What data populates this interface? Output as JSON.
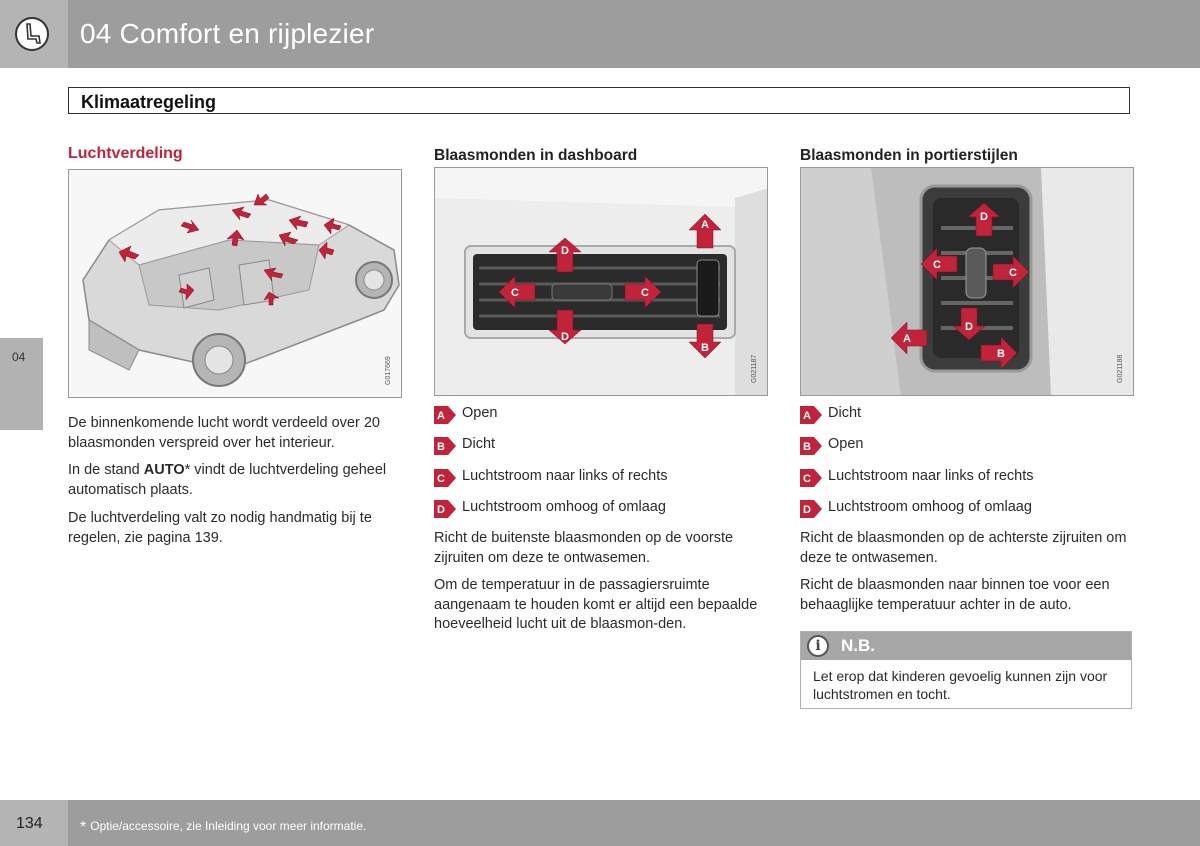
{
  "header": {
    "chapter_title": "04 Comfort en rijplezier",
    "icon": "seat-icon"
  },
  "section": {
    "title": "Klimaatregeling"
  },
  "side_tab": {
    "label": "04"
  },
  "col1": {
    "heading": "Luchtverdeling",
    "figure_code": "G017669",
    "paragraphs": [
      "De binnenkomende lucht wordt verdeeld over 20 blaasmonden verspreid over het interieur.",
      "In de stand ",
      "AUTO",
      "* vindt de luchtverdeling geheel automatisch plaats.",
      "De luchtverdeling valt zo nodig handmatig bij te regelen, zie pagina 139."
    ]
  },
  "col2": {
    "heading": "Blaasmonden in dashboard",
    "figure_code": "G021187",
    "legend": [
      {
        "letter": "A",
        "text": "Open"
      },
      {
        "letter": "B",
        "text": "Dicht"
      },
      {
        "letter": "C",
        "text": "Luchtstroom naar links of rechts"
      },
      {
        "letter": "D",
        "text": "Luchtstroom omhoog of omlaag"
      }
    ],
    "paragraphs": [
      "Richt de buitenste blaasmonden op de voorste zijruiten om deze te ontwasemen.",
      "Om de temperatuur in de passagiersruimte aangenaam te houden komt er altijd een bepaalde hoeveelheid lucht uit de blaasmon-den."
    ]
  },
  "col3": {
    "heading": "Blaasmonden in portierstijlen",
    "figure_code": "G021188",
    "legend": [
      {
        "letter": "A",
        "text": "Dicht"
      },
      {
        "letter": "B",
        "text": "Open"
      },
      {
        "letter": "C",
        "text": "Luchtstroom naar links of rechts"
      },
      {
        "letter": "D",
        "text": "Luchtstroom omhoog of omlaag"
      }
    ],
    "paragraphs": [
      "Richt de blaasmonden op de achterste zijruiten om deze te ontwasemen.",
      "Richt de blaasmonden naar binnen toe voor een behaaglijke temperatuur achter in de auto."
    ],
    "note": {
      "label": "N.B.",
      "icon": "info-icon",
      "text": "Let erop dat kinderen gevoelig kunnen zijn voor luchtstromen en tocht."
    }
  },
  "footer": {
    "page_number": "134",
    "footnote_star": "*",
    "footnote": "Optie/accessoire, zie Inleiding voor meer informatie."
  },
  "colors": {
    "accent_red": "#c0233a",
    "band_gray": "#9d9d9d"
  }
}
